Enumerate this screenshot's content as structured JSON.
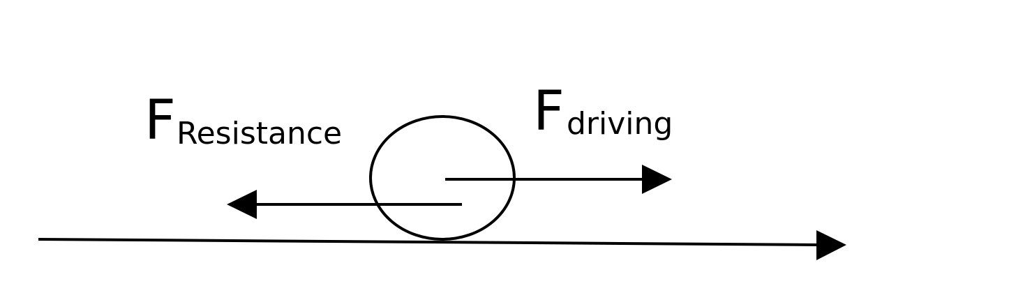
{
  "diagram": {
    "resistance_force": {
      "symbol": "F",
      "subscript": "Resistance"
    },
    "driving_force": {
      "symbol": "F",
      "subscript": "driving"
    }
  },
  "colors": {
    "stroke": "#000000",
    "background": "#ffffff"
  }
}
